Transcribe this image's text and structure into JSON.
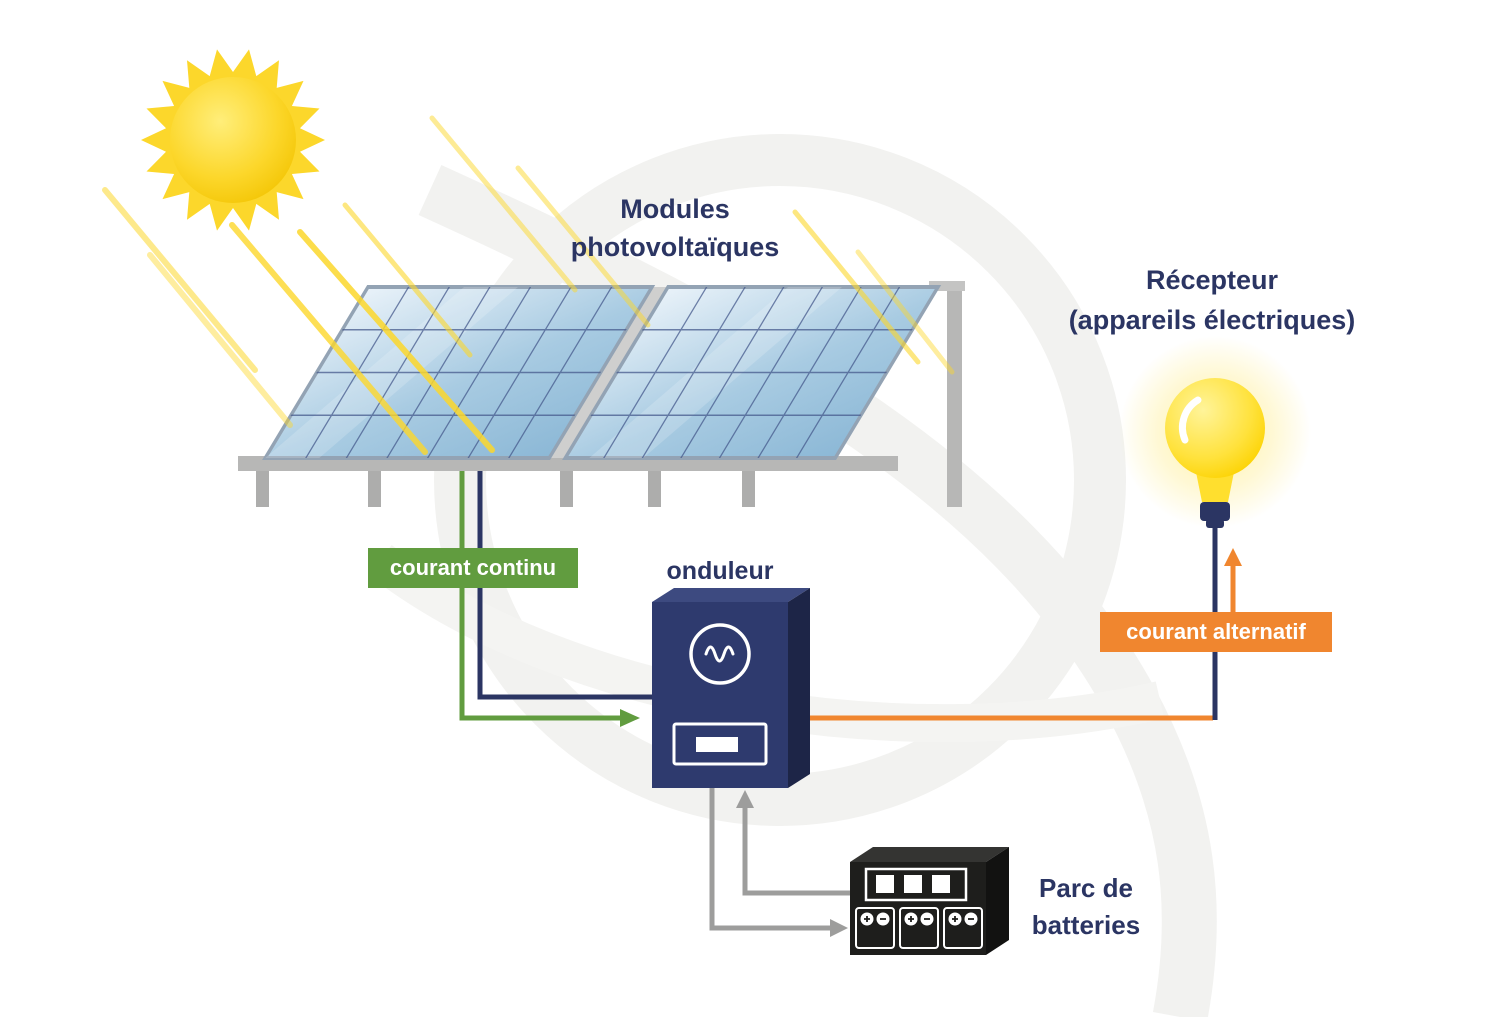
{
  "labels": {
    "modules": {
      "line1": "Modules",
      "line2": "photovoltaïques"
    },
    "recepteur": {
      "line1": "Récepteur",
      "line2": "(appareils électriques)"
    },
    "courant_continu": "courant continu",
    "onduleur": "onduleur",
    "courant_alternatif": "courant alternatif",
    "batteries": {
      "line1": "Parc de",
      "line2": "batteries"
    }
  },
  "colors": {
    "navy": "#2b3563",
    "green": "#619c3f",
    "orange": "#f0862f",
    "gray": "#9d9d9c",
    "sun_yellow": "#fcd72b",
    "panel_blue": "#a8cbe2",
    "panel_grid": "#46598c",
    "frame_gray": "#b7b7b6",
    "bulb_yellow": "#ffdf2e",
    "battery_black": "#1e1e1c",
    "watermark": "#f2f2f0"
  }
}
